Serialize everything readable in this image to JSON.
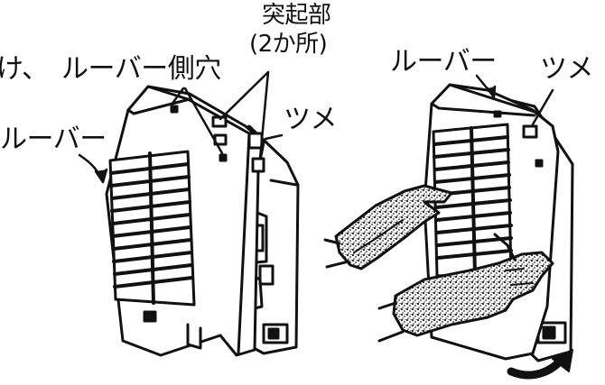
{
  "labels": {
    "partial_left": "け、",
    "louver_hole": "ルーバー側穴",
    "protrusion": "突起部",
    "protrusion_count": "(2か所)",
    "louver_left": "ルーバー",
    "tab_left": "ツメ",
    "louver_right": "ルーバー",
    "tab_right": "ツメ"
  },
  "colors": {
    "ink": "#111111",
    "paper": "#ffffff",
    "glove_fill": "#555555"
  }
}
